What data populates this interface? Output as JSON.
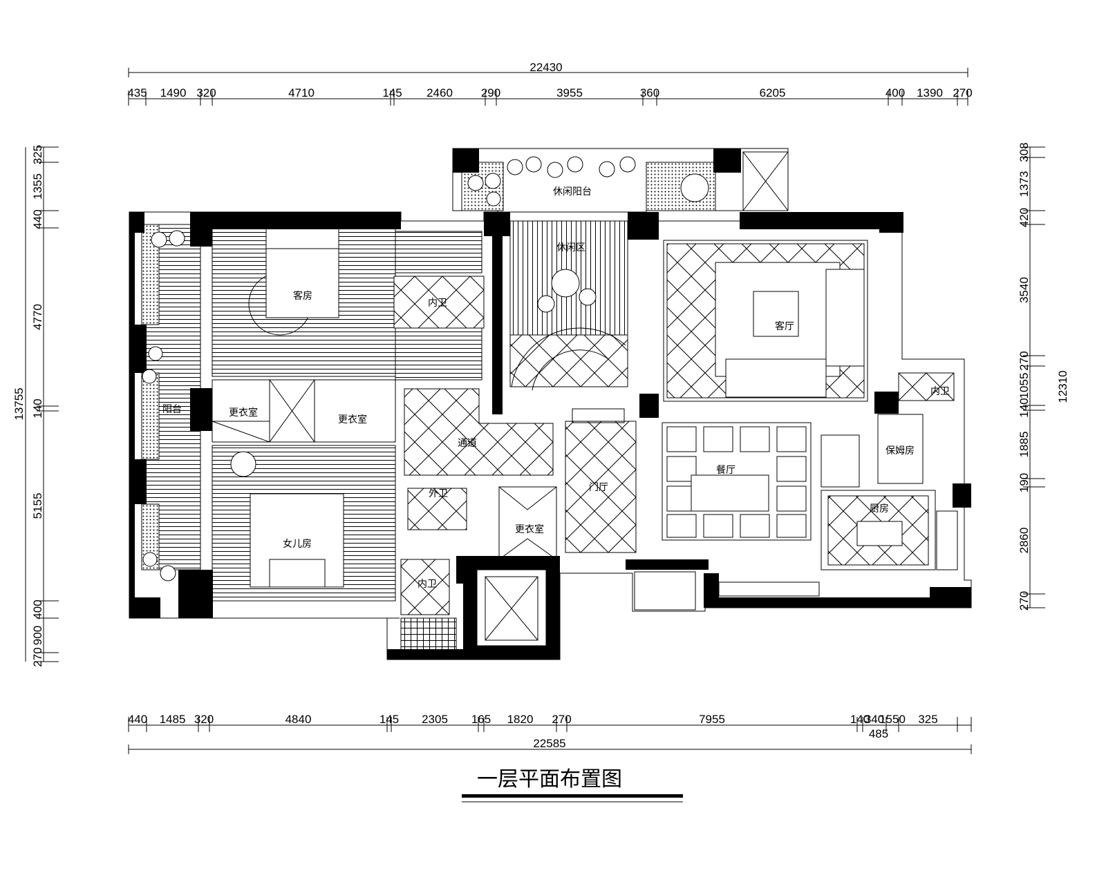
{
  "title": "一层平面布置图",
  "dimensions": {
    "top_total": "22430",
    "top": [
      "435",
      "1490",
      "320",
      "4710",
      "145",
      "2460",
      "290",
      "3955",
      "360",
      "6205",
      "400",
      "1390",
      "270"
    ],
    "bottom_total": "22585",
    "bottom": [
      "440",
      "1485",
      "320",
      "4840",
      "145",
      "2305",
      "165",
      "1820",
      "270",
      "7955",
      "140",
      "340",
      "1550",
      "325"
    ],
    "bottom_extra": "485",
    "left_total": "13755",
    "left": [
      "325",
      "1355",
      "440",
      "4770",
      "140",
      "5155",
      "400",
      "900",
      "270"
    ],
    "right_total": "12310",
    "right": [
      "308",
      "1373",
      "420",
      "3540",
      "270",
      "1055",
      "140",
      "1885",
      "190",
      "2860",
      "270"
    ]
  },
  "rooms": {
    "leisure_balcony": "休闲阳台",
    "leisure_area": "休闲区",
    "guest_room": "客房",
    "guest_bath": "内卫",
    "living_room": "客厅",
    "balcony": "阳台",
    "closet_1": "更衣室",
    "closet_2": "更衣室",
    "corridor": "通道",
    "maid_bath": "内卫",
    "maid_room": "保姆房",
    "dining": "餐厅",
    "foyer": "门厅",
    "public_bath": "外卫",
    "kitchen": "厨房",
    "closet_3": "更衣室",
    "daughter_room": "女儿房",
    "daughter_bath": "内卫"
  }
}
